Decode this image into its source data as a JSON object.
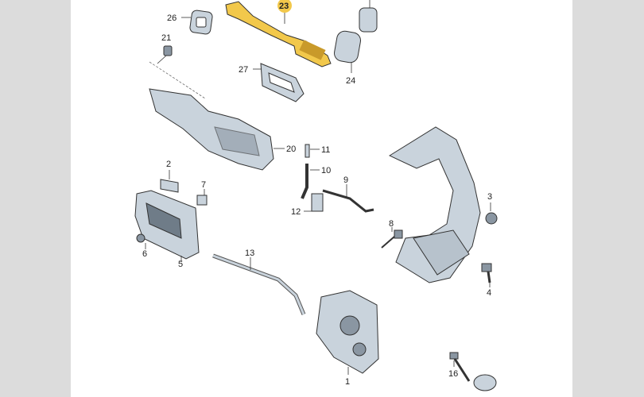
{
  "diagram": {
    "highlight_color": "#f2c84b",
    "highlighted_part": "23",
    "labels": {
      "p1": "1",
      "p2": "2",
      "p3": "3",
      "p4": "4",
      "p5": "5",
      "p6": "6",
      "p7": "7",
      "p8": "8",
      "p9": "9",
      "p10": "10",
      "p11": "11",
      "p12": "12",
      "p13": "13",
      "p16": "16",
      "p20": "20",
      "p21": "21",
      "p23": "23",
      "p24": "24",
      "p26": "26",
      "p27": "27"
    }
  }
}
